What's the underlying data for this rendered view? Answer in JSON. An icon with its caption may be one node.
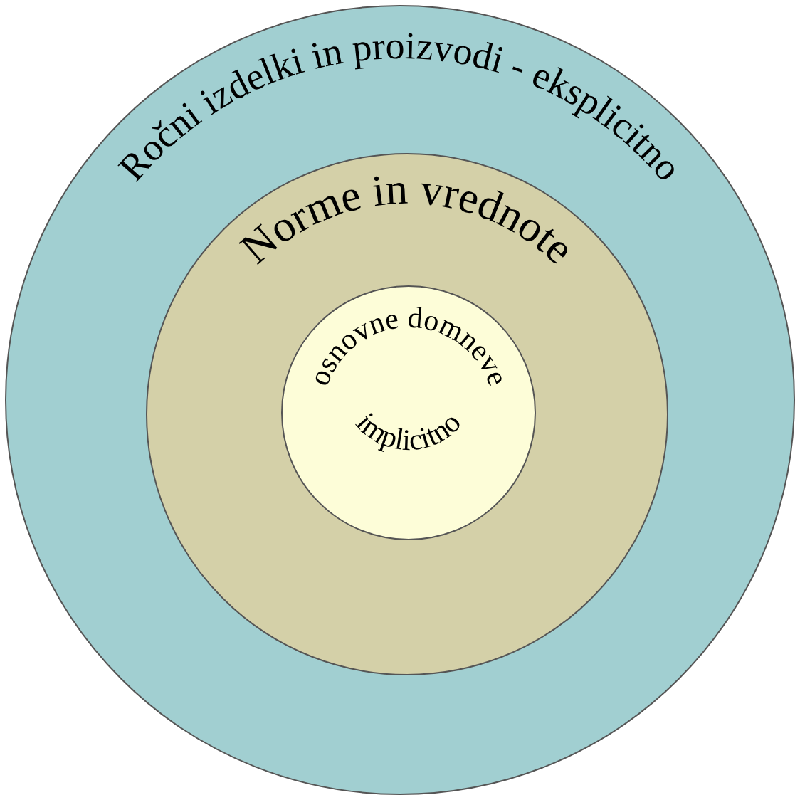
{
  "diagram": {
    "nodes": [
      {
        "text": [
          "Ročni izdelki in proizvodi - eksplicitno"
        ]
      },
      {
        "text": [
          "Norme in vrednote"
        ],
        "in": 0
      },
      {
        "text": [
          "osnovne domneve",
          "implicitno"
        ],
        "in": 1
      }
    ]
  }
}
